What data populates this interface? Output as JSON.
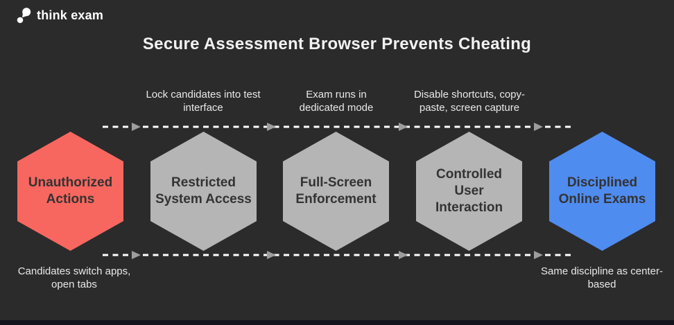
{
  "page": {
    "background_color": "#2b2b2b",
    "footer_bar_color": "#14141c"
  },
  "logo": {
    "text": "think exam",
    "color": "#ffffff"
  },
  "title": {
    "text": "Secure Assessment Browser Prevents Cheating",
    "color": "#f2f2f2"
  },
  "top_annotations": [
    {
      "text": "Lock candidates into test interface"
    },
    {
      "text": "Exam runs in dedicated mode"
    },
    {
      "text": "Disable shortcuts, copy-paste, screen capture"
    }
  ],
  "flow": {
    "line_color": "#ffffff",
    "arrow_color": "#9d9d9d",
    "steps": [
      {
        "label": "Unauthorized Actions",
        "color": "#f8675f"
      },
      {
        "label": "Restricted System Access",
        "color": "#b5b5b5"
      },
      {
        "label": "Full-Screen Enforcement",
        "color": "#b5b5b5"
      },
      {
        "label": "Controlled User Interaction",
        "color": "#b5b5b5"
      },
      {
        "label": "Disciplined Online Exams",
        "color": "#4f8cf0"
      }
    ]
  },
  "bottom_annotations": [
    {
      "text": "Candidates switch apps, open tabs"
    },
    {
      "text": "Same discipline as center-based"
    }
  ]
}
